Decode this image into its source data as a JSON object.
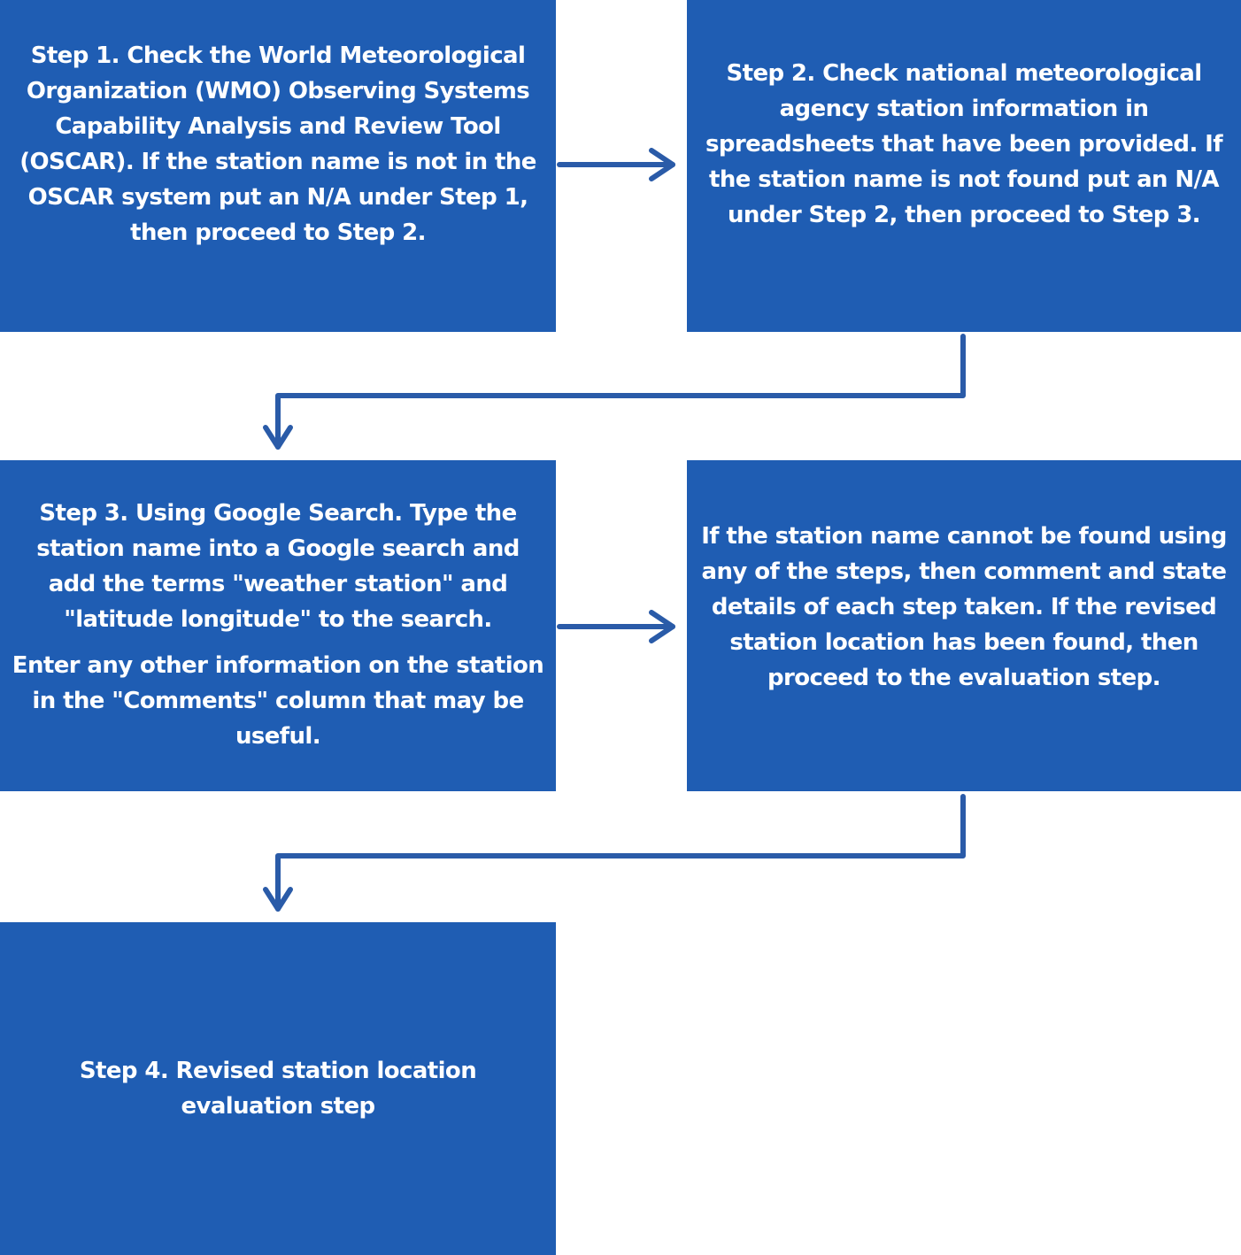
{
  "boxes": {
    "step1": {
      "lines": [
        "Step 1. Check the World Meteorological Organization (WMO) Observing Systems Capability Analysis and Review Tool (OSCAR). If the station name is not in the OSCAR system put an N/A under Step 1, then proceed to Step 2."
      ]
    },
    "step2": {
      "lines": [
        "Step 2. Check national meteorological agency station information in spreadsheets that have been provided. If the station name is not found put an N/A under Step 2, then proceed to Step 3."
      ]
    },
    "step3": {
      "paragraph1": "Step 3. Using Google Search. Type the station name into a Google search and add the terms \"weather station\" and \"latitude longitude\" to the search.",
      "paragraph2": "Enter any other information on the station in the \"Comments\" column that may be useful."
    },
    "fallback": {
      "text": "If the station name cannot be found using any of the steps, then comment and state details of each step taken. If the revised station location has been found, then proceed to the evaluation step."
    },
    "step4": {
      "text": "Step 4. Revised station location evaluation step"
    }
  },
  "colors": {
    "box_fill": "#1f5db3",
    "text": "#ffffff",
    "connector": "#2a5ba8"
  }
}
